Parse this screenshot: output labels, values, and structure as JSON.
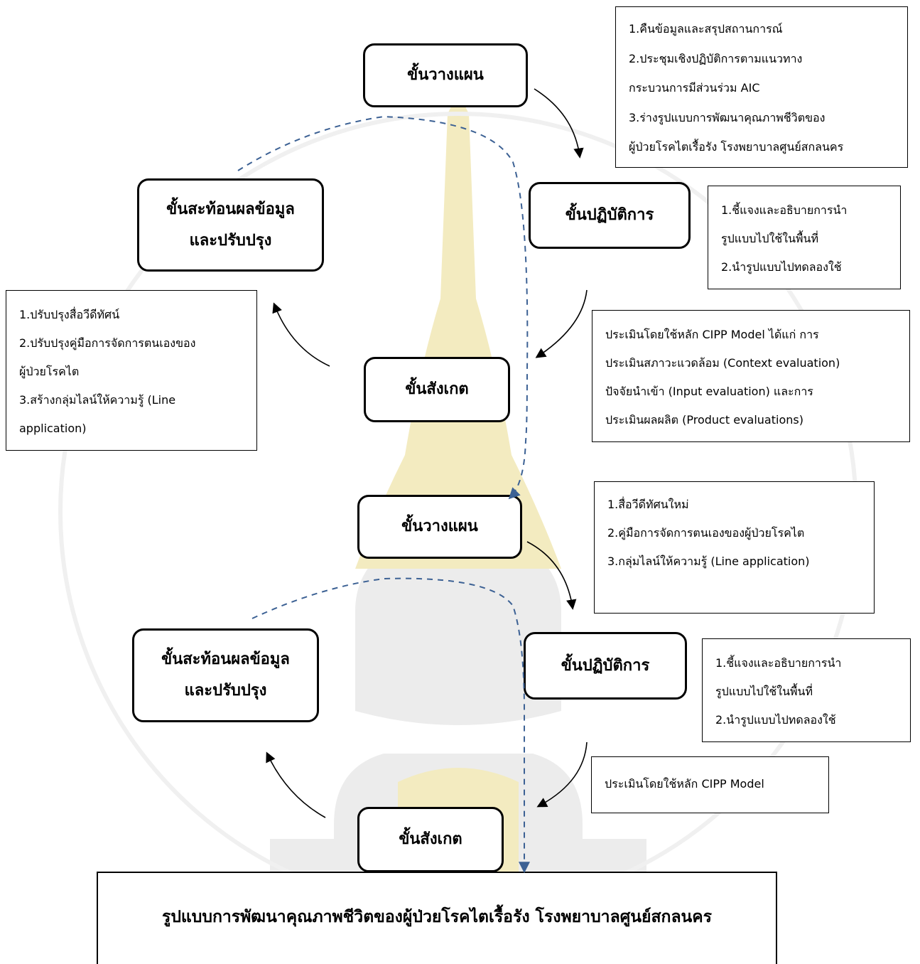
{
  "cycle1": {
    "plan": "ขั้นวางแผน",
    "act": "ขั้นปฏิบัติการ",
    "observe": "ขั้นสังเกต",
    "reflect": [
      "ขั้นสะท้อนผลข้อมูล",
      "และปรับปรุง"
    ],
    "plan_notes": [
      "1.คืนข้อมูลและสรุปสถานการณ์",
      "2.ประชุมเชิงปฏิบัติการตามแนวทาง",
      "กระบวนการมีส่วนร่วม AIC",
      "3.ร่างรูปแบบการพัฒนาคุณภาพชีวิตของ",
      "ผู้ป่วยโรคไตเรื้อรัง โรงพยาบาลศูนย์สกลนคร"
    ],
    "act_notes": [
      "1.ชี้แจงและอธิบายการนำ",
      "รูปแบบไปใช้ในพื้นที่",
      "2.นำรูปแบบไปทดลองใช้"
    ],
    "observe_notes": [
      "ประเมินโดยใช้หลัก CIPP Model ได้แก่ การ",
      "ประเมินสภาวะแวดล้อม (Context evaluation)",
      "ปัจจัยนำเข้า (Input evaluation) และการ",
      "ประเมินผลผลิต (Product evaluations)"
    ],
    "reflect_notes": [
      "1.ปรับปรุงสื่อวีดีทัศน์",
      "2.ปรับปรุงคู่มือการจัดการตนเองของ",
      "ผู้ป่วยโรคไต",
      "3.สร้างกลุ่มไลน์ให้ความรู้ (Line",
      "application)"
    ]
  },
  "cycle2": {
    "plan": "ขั้นวางแผน",
    "act": "ขั้นปฏิบัติการ",
    "observe": "ขั้นสังเกต",
    "reflect": [
      "ขั้นสะท้อนผลข้อมูล",
      "และปรับปรุง"
    ],
    "plan_notes": [
      "1.สื่อวีดีทัศนใหม่",
      "2.คู่มือการจัดการตนเองของผู้ป่วยโรคไต",
      "3.กลุ่มไลน์ให้ความรู้ (Line application)"
    ],
    "act_notes": [
      "1.ชี้แจงและอธิบายการนำ",
      "รูปแบบไปใช้ในพื้นที่",
      "2.นำรูปแบบไปทดลองใช้"
    ],
    "observe_notes": [
      "ประเมินโดยใช้หลัก CIPP Model"
    ]
  },
  "final_model": "รูปแบบการพัฒนาคุณภาพชีวิตของผู้ป่วยโรคไตเรื้อรัง โรงพยาบาลศูนย์สกลนคร",
  "colors": {
    "dashed_arrow": "#3c6194",
    "watermark_gold": "#f1e6a6",
    "watermark_gray": "#ececec"
  }
}
